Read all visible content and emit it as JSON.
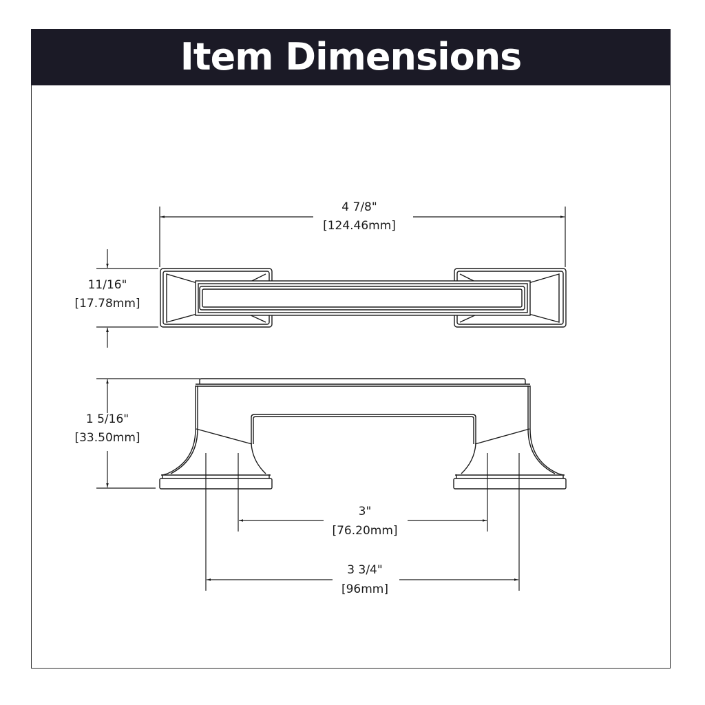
{
  "header": {
    "title": "Item Dimensions",
    "background_color": "#1b1a26",
    "text_color": "#ffffff"
  },
  "dimensions": {
    "overall_length": {
      "imperial": "4 7/8\"",
      "metric": "[124.46mm]"
    },
    "width": {
      "imperial": "11/16\"",
      "metric": "[17.78mm]"
    },
    "height": {
      "imperial": "1 5/16\"",
      "metric": "[33.50mm]"
    },
    "center_to_center_small": {
      "imperial": "3\"",
      "metric": "[76.20mm]"
    },
    "center_to_center_large": {
      "imperial": "3 3/4\"",
      "metric": "[96mm]"
    }
  },
  "views": {
    "top_view": "top-view-of-cabinet-pull",
    "side_view": "side-view-of-cabinet-pull"
  }
}
